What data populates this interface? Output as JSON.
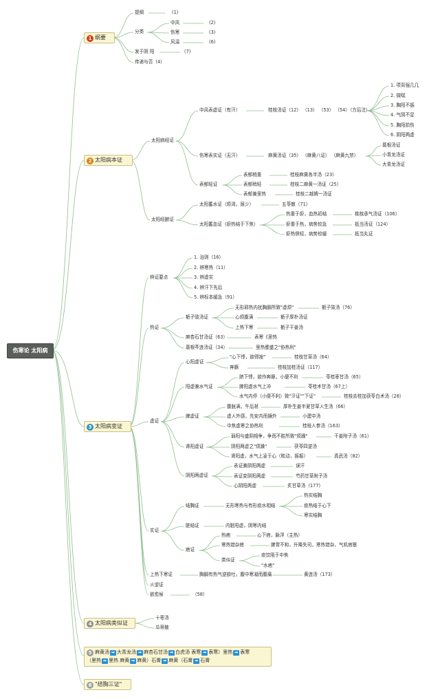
{
  "root": "伤寒论 太阳病",
  "b1": {
    "num": "1",
    "label": "纲要",
    "tigang": "提纲",
    "tigang_n": "(1)",
    "fenlei": "分类",
    "zhongfeng": "中风",
    "zhongfeng_n": "(2)",
    "shanghan": "伤寒",
    "shanghan_n": "(3)",
    "fengwen": "风温",
    "fengwen_n": "(6)",
    "fabing": "发于阴 阳",
    "fabing_n": "(7)",
    "chuanjing": "传递与否（4）"
  },
  "b2": {
    "num": "2",
    "label": "太阳病本证",
    "jingzheng": "太阳病经证",
    "zhongfeng": "中风表虚证（有汗）",
    "guizhi": "桂枝汤证（12）  （13）  （53）  （54）（方后注）",
    "gz_items": [
      "1. 项背强几几",
      "2. 微喘",
      "3. 胸阳不振",
      "4. 气阴不足",
      "5. 胸阳损伤",
      "6. 阴阳两虚"
    ],
    "shanghan": "伤寒表实证（无汗）",
    "mahuang": "麻黄汤证（35）  （麻黄八证）  （麻黄九禁）",
    "mh_items": [
      "葛根汤证",
      "小青龙汤证",
      "大青龙汤证"
    ],
    "biaoyu": "表郁轻证",
    "by_items": [
      "表郁稍重",
      "表郁稍轻",
      "表郁兼里热"
    ],
    "by_fang": [
      "桂枝麻黄各半汤（23）",
      "桂枝二麻黄一汤证（25）",
      "桂枝二越婢一汤证"
    ],
    "fuzheng": "太阳经腑证",
    "xushui": "太阳蓄水证（烦渴，尿少）",
    "wuling": "五苓散（71）",
    "xuxue": "太阳蓄血证（瘀热结于下焦）",
    "xx_items": [
      "热重于瘀，血热初结",
      "瘀重于热，病势较急",
      "瘀热俱轻，病势较缓"
    ],
    "xx_fang": [
      "桃核承气汤证（106）",
      "抵当汤证（124）",
      "抵当丸证"
    ]
  },
  "b3": {
    "num": "3",
    "label": "太阳病变证",
    "bianzheng": "辨证要点",
    "bz_items": [
      "1. 治则（16）",
      "2. 辨寒热（11）",
      "3. 辨虚实",
      "4. 辨汗下先后",
      "5. 辨标本缓急（91）"
    ],
    "rezheng": "热证",
    "zhizi": "栀子豉汤证",
    "zz_items": [
      "无形邪热内扰胸膈所致\"虚烦\"",
      "心烦腹满",
      "上热下寒"
    ],
    "zz_fang": [
      "栀子豉汤（76）",
      "栀子厚朴汤证",
      "栀子干姜汤"
    ],
    "maxing": "麻杏石甘汤证（63）",
    "maxing_f": "表寒《里热",
    "gegen": "葛根芩连汤证（34）",
    "gegen_f": "里热壅盛之\"协热利\"",
    "xuzheng": "虚证",
    "xinyang": "心阳虚证",
    "xy_items": [
      "\"心下悸，欲得按\"",
      "奔豚"
    ],
    "xy_fang": [
      "桂枝甘草汤（64）",
      "桂枝加桂汤证（117）"
    ],
    "yangxu": "阳虚兼水气证",
    "yx_items": [
      "脐下悸，欲作奔豚，小便不利",
      "脾阳虚水气上冲",
      "水气内停（小便不利）致\"汗证\"\"下证\""
    ],
    "yx_fang": [
      "苓桂枣甘汤（65）",
      "苓桂术甘汤（67上）",
      "桂枝去桂加茯苓白术汤（28）"
    ],
    "pixu": "脾虚证",
    "px_items": [
      "腹胀满，午后甚",
      "虚人外感，先安内而攘外",
      "中焦虚寒之协热利"
    ],
    "px_fang": [
      "厚朴生姜半夏甘草人生汤（66）",
      "小建中汤",
      "桂枝人参汤（163）"
    ],
    "shenyang": "肾阳虚证",
    "sy_items": [
      "弱阳与盛阴相争，争而不胜所致\"烦躁\"",
      "阴阳两虚之\"烦躁\"",
      "肾阳虚，水气上凌于心（眩动，振振）"
    ],
    "sy_fang": [
      "干姜附子汤（61）",
      "茯苓四逆汤",
      "真武汤（82）"
    ],
    "yinyang": "阴阳两虚证",
    "yy_items": [
      "表证兼阴阳两虚",
      "表证变阴阳两虚",
      "心阴阳两虚"
    ],
    "yy_fang": [
      "误汗",
      "芍药甘草附子汤",
      "炙甘草汤（177）"
    ],
    "shizheng": "实证",
    "jiexiong": "结胸证",
    "jx_mid": "无形寒热与有形痰水相结",
    "jx_items": [
      "热实结胸",
      "痰热结于心下",
      "寒实结胸"
    ],
    "zangjie": "脏结证",
    "zangjie_f": "内脏阳虚，阴寒内结",
    "pizheng": "痞证",
    "repi": "热痞",
    "rp_f": "心下痞，脉浮（主热）",
    "hanre": "寒热错杂痞",
    "hr_f": "脾胃不和，升降失司，寒热错杂，气机痞塞",
    "leisi": "类似证",
    "ls_items": [
      "痰饮阻于中焦",
      "\"水痞\""
    ],
    "shangre": "上热下寒证",
    "shangre_f": "胸膈有热气逆欲吐，腹中寒凝而腹痛",
    "shangre_fang": "黄连汤（173）",
    "huoni": "火逆证",
    "yuyu": "欲愈候",
    "yuyu_n": "（58）"
  },
  "b4": {
    "num": "4",
    "label": "太阳病类似证",
    "items": [
      "十枣汤",
      "瓜蒂散"
    ]
  },
  "b5": {
    "num": "5",
    "r1": [
      "麻黄汤",
      "大青龙汤",
      "麻杏石甘汤",
      "白虎汤 表寒",
      "表寒）里热",
      "表寒"
    ],
    "r2": [
      "（里热",
      "里热 麻黄",
      "麻黄）石膏",
      "麻黄（石膏",
      "石膏"
    ]
  },
  "b6": {
    "num": "6",
    "label": "\"结胸三证\""
  },
  "colors": {
    "line": "#8fbe8f",
    "main_bg": "#fbf6d2",
    "root_bg": "#5a5f5a",
    "arrow": "#2a8fd6"
  }
}
